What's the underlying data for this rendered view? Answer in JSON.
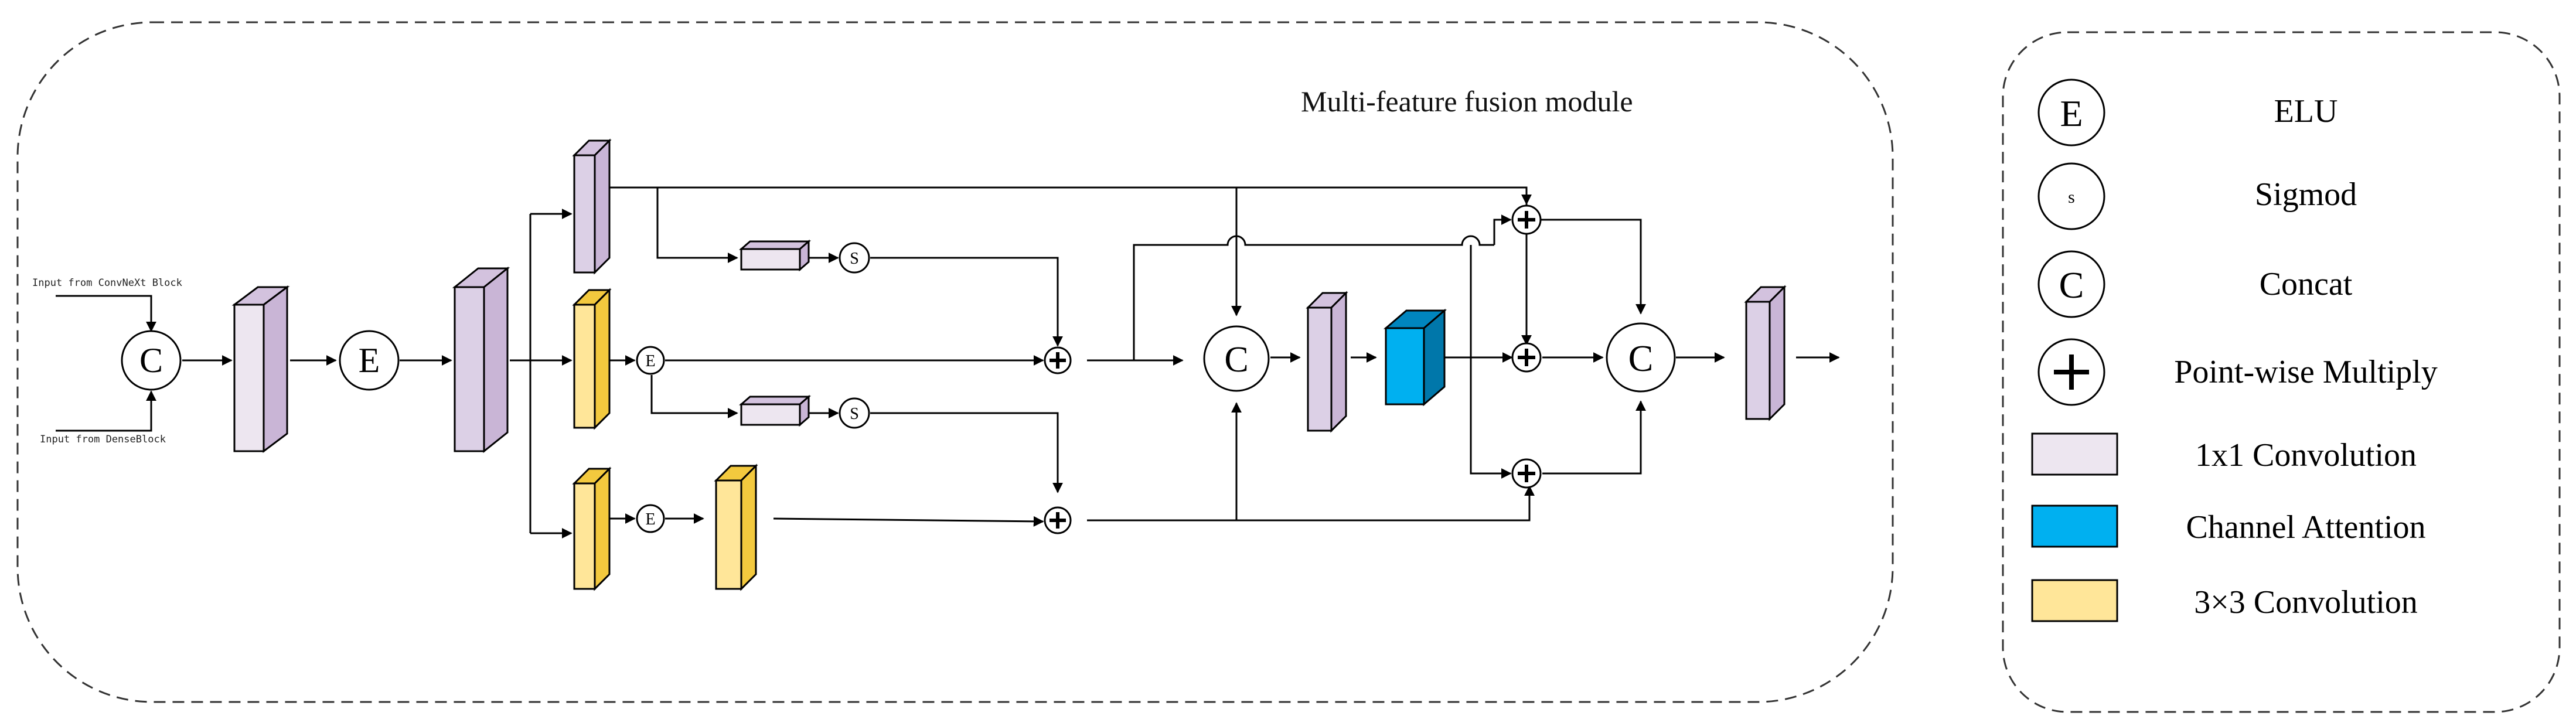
{
  "module": {
    "title": "Multi-feature fusion module",
    "input_top": "Input from ConvNeXt Block",
    "input_bottom": "Input from DenseBlock"
  },
  "symbols": {
    "concat": "C",
    "elu": "E",
    "sigmoid": "S"
  },
  "legend": {
    "items": [
      {
        "symbol": "E",
        "label": "ELU"
      },
      {
        "symbol": "s",
        "label": "Sigmod"
      },
      {
        "symbol": "C",
        "label": "Concat"
      },
      {
        "symbol": "+",
        "label": "Point-wise Multiply"
      },
      {
        "label": "1x1 Convolution",
        "color": "#EDE6F0"
      },
      {
        "label": "Channel Attention",
        "color": "#00B0F0"
      },
      {
        "label": "3×3 Convolution",
        "color": "#FFE699"
      }
    ]
  },
  "colors": {
    "conv1x1": "#EDE6F0",
    "conv1x1_side": "#D3C2DE",
    "conv3x3": "#FFE699",
    "conv3x3_side": "#F3C93E",
    "channel_attention": "#00B0F0",
    "channel_attention_side": "#0085BE"
  }
}
